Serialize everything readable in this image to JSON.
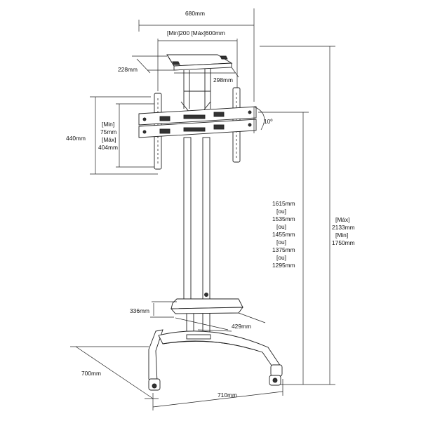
{
  "dimensions": {
    "total_width": "680mm",
    "bracket_range": "[Min]200 [Máx]600mm",
    "top_depth": "228mm",
    "top_width": "298mm",
    "bracket_height": "440mm",
    "vesa_min_label": "[Min]",
    "vesa_min_value": "75mm",
    "vesa_max_label": "[Máx]",
    "vesa_max_value": "404mm",
    "tilt": "10º",
    "heights": [
      "1615mm",
      "[ou]",
      "1535mm",
      "[ou]",
      "1455mm",
      "[ou]",
      "1375mm",
      "[ou]",
      "1295mm"
    ],
    "overall_max_label": "[Máx]",
    "overall_max_value": "2133mm",
    "overall_min_label": "[Min]",
    "overall_min_value": "1750mm",
    "shelf_depth": "336mm",
    "shelf_width": "429mm",
    "base_depth": "700mm",
    "base_width": "710mm"
  }
}
